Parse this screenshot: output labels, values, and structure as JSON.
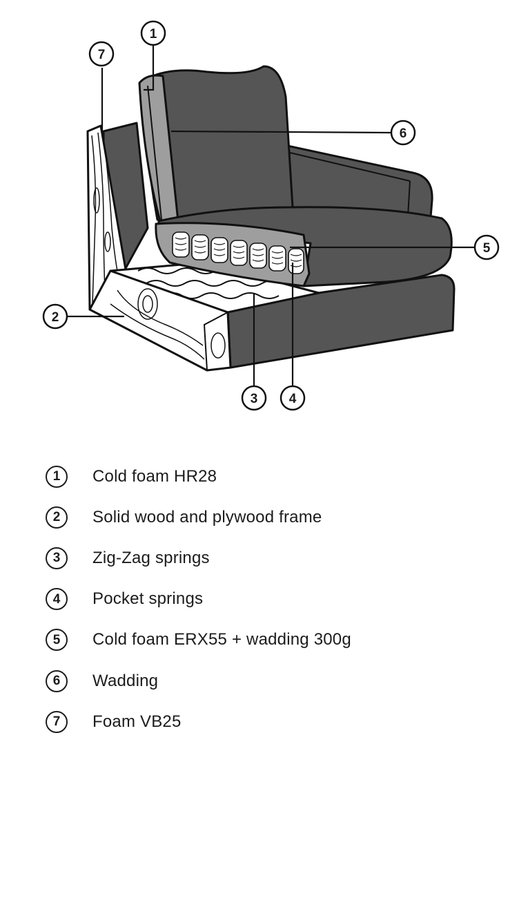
{
  "diagram": {
    "callouts": [
      "1",
      "2",
      "3",
      "4",
      "5",
      "6",
      "7"
    ]
  },
  "legend": [
    {
      "num": "1",
      "text": "Cold foam HR28"
    },
    {
      "num": "2",
      "text": "Solid wood and plywood frame"
    },
    {
      "num": "3",
      "text": "Zig-Zag springs"
    },
    {
      "num": "4",
      "text": "Pocket springs"
    },
    {
      "num": "5",
      "text": "Cold foam ERX55 + wadding 300g"
    },
    {
      "num": "6",
      "text": "Wadding"
    },
    {
      "num": "7",
      "text": "Foam VB25"
    }
  ],
  "colors": {
    "upholstery": "#555555",
    "foam": "#9e9e9e",
    "wood": "#ffffff",
    "outline": "#111111"
  }
}
